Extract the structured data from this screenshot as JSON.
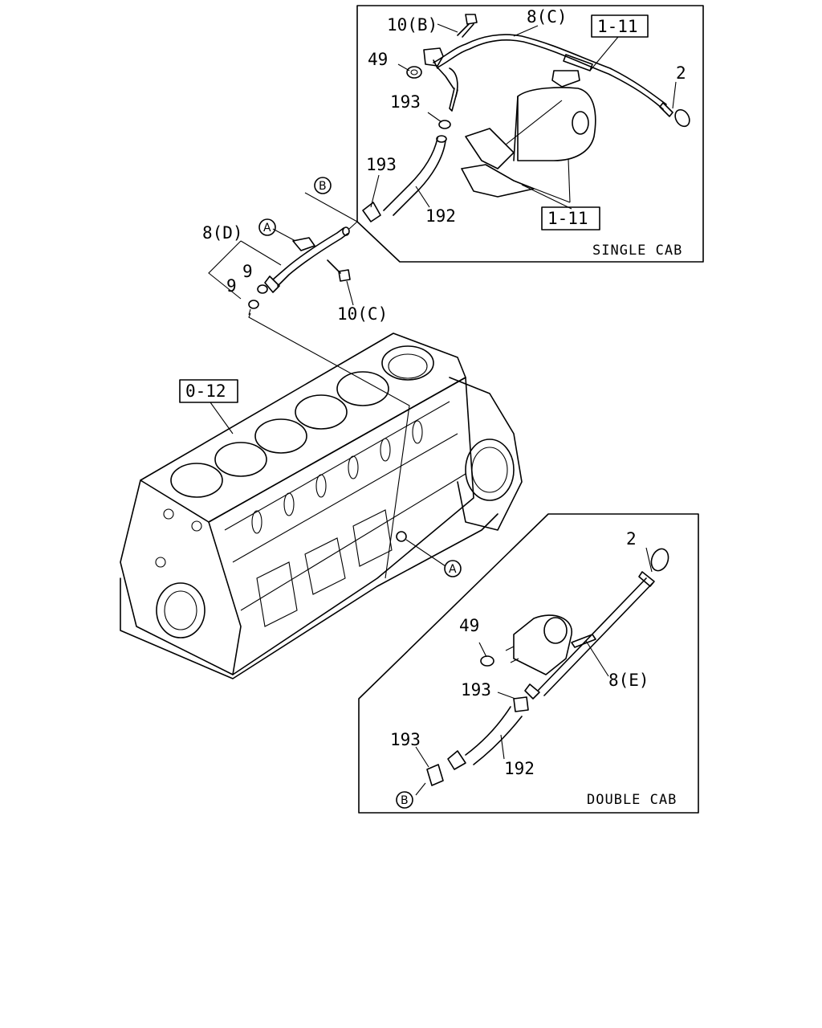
{
  "labels": {
    "p10b": "10(B)",
    "p8c": "8(C)",
    "ref111_top": "1-11",
    "p49_top": "49",
    "p2_top": "2",
    "p193_top1": "193",
    "p193_top2": "193",
    "p192_top": "192",
    "ref111_bottom": "1-11",
    "single_cab": "SINGLE CAB",
    "p8d": "8(D)",
    "p9a": "9",
    "p9b": "9",
    "p10c": "10(C)",
    "ref012": "0-12",
    "p2_bottom": "2",
    "p49_bottom": "49",
    "p8e": "8(E)",
    "p193_bottom1": "193",
    "p193_bottom2": "193",
    "p192_bottom": "192",
    "double_cab": "DOUBLE CAB"
  },
  "callouts": {
    "a_top": "A",
    "b_top": "B",
    "a_block": "A",
    "b_bottom": "B"
  }
}
